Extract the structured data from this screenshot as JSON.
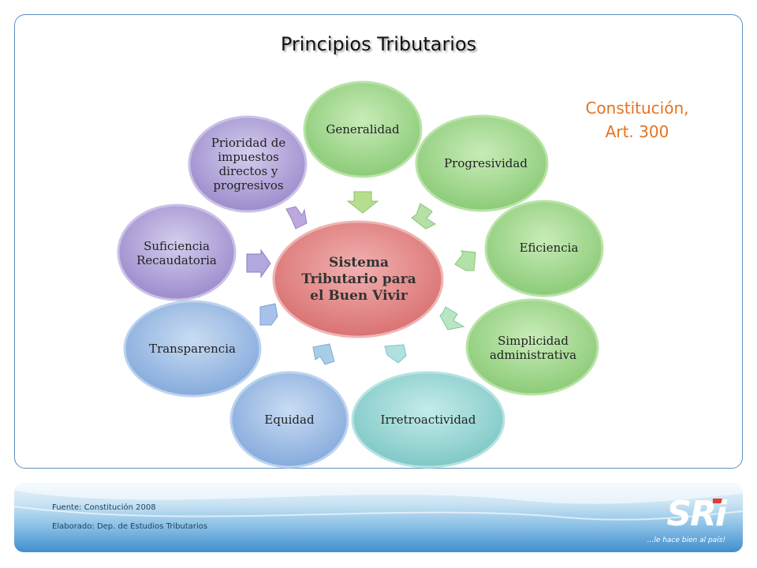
{
  "title": "Principios Tributarios",
  "reference": {
    "line1": "Constitución,",
    "line2": "Art. 300"
  },
  "center": {
    "label": "Sistema Tributario para el Buen Vivir"
  },
  "nodes": [
    {
      "label": "Generalidad"
    },
    {
      "label": "Progresividad"
    },
    {
      "label": "Eficiencia"
    },
    {
      "label": "Simplicidad administrativa"
    },
    {
      "label": "Irretroactividad"
    },
    {
      "label": "Equidad"
    },
    {
      "label": "Transparencia"
    },
    {
      "label": "Suficiencia Recaudatoria"
    },
    {
      "label": "Prioridad de impuestos directos y progresivos"
    }
  ],
  "footer": {
    "source": "Fuente: Constitución 2008",
    "prepared_by": "Elaborado: Dep. de Estudios Tributarios",
    "logo": "SRi",
    "tagline": "...le hace bien al país!"
  },
  "colors": {
    "green": "#9bd38b",
    "teal": "#8fd1cf",
    "blue": "#94b8e4",
    "purple": "#a89bd3",
    "red": "#dc7b7b",
    "reference": "#e57320"
  }
}
